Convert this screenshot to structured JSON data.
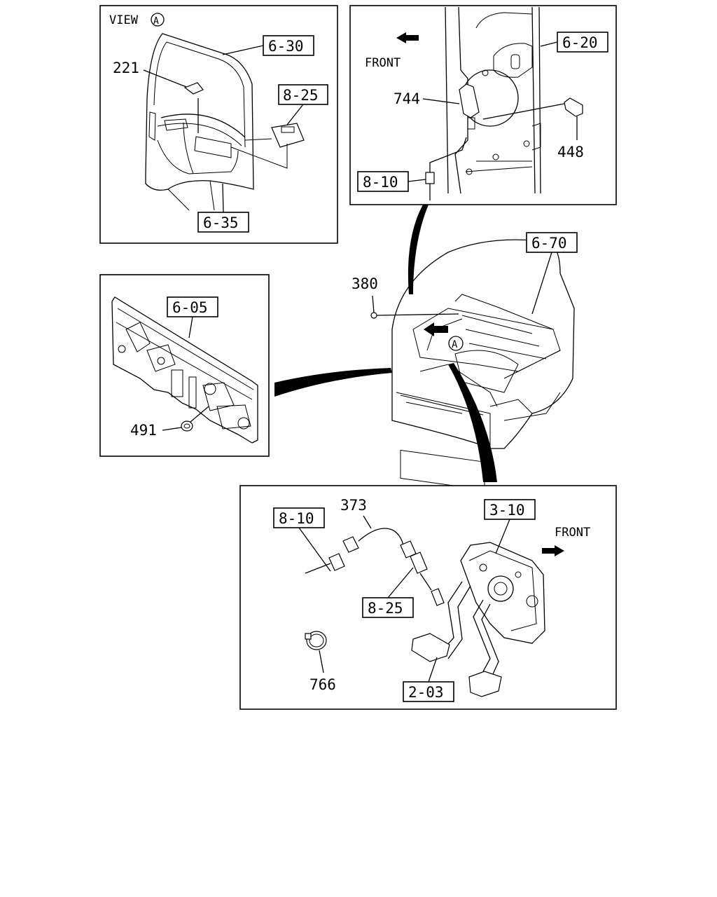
{
  "view_a": {
    "title": "VIEW",
    "circle_letter": "A",
    "refs": {
      "r630": "6-30",
      "r825": "8-25",
      "r635": "6-35"
    },
    "parts": {
      "p221": "221"
    }
  },
  "bracket": {
    "front_label": "FRONT",
    "refs": {
      "r620": "6-20",
      "r810": "8-10"
    },
    "parts": {
      "p744": "744",
      "p448": "448"
    }
  },
  "dash": {
    "refs": {
      "r605": "6-05"
    },
    "parts": {
      "p491": "491"
    }
  },
  "cab": {
    "refs": {
      "r670": "6-70"
    },
    "parts": {
      "p380": "380"
    },
    "circle_letter": "A"
  },
  "pedal": {
    "front_label": "FRONT",
    "refs": {
      "r810": "8-10",
      "r310": "3-10",
      "r825": "8-25",
      "r203": "2-03"
    },
    "parts": {
      "p373": "373",
      "p766": "766"
    }
  }
}
